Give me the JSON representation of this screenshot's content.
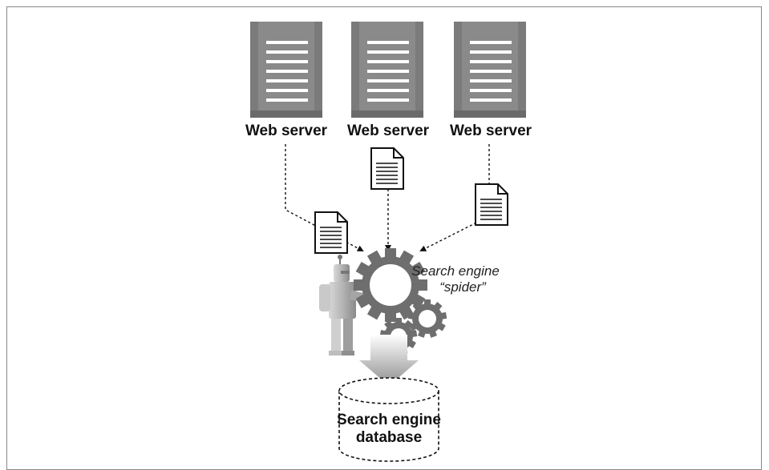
{
  "servers": [
    {
      "label": "Web server"
    },
    {
      "label": "Web server"
    },
    {
      "label": "Web server"
    }
  ],
  "spider": {
    "line1": "Search engine",
    "line2": "“spider”"
  },
  "database": {
    "line1": "Search engine",
    "line2": "database"
  },
  "colors": {
    "server": "#7b7b7b",
    "server_slot": "#ffffff",
    "gear": "#6e6e6e",
    "robot": "#9a9a9a",
    "border": "#888888"
  },
  "icons": [
    "server-icon",
    "document-icon",
    "robot-icon",
    "gear-icon",
    "down-arrow-icon",
    "database-icon"
  ]
}
